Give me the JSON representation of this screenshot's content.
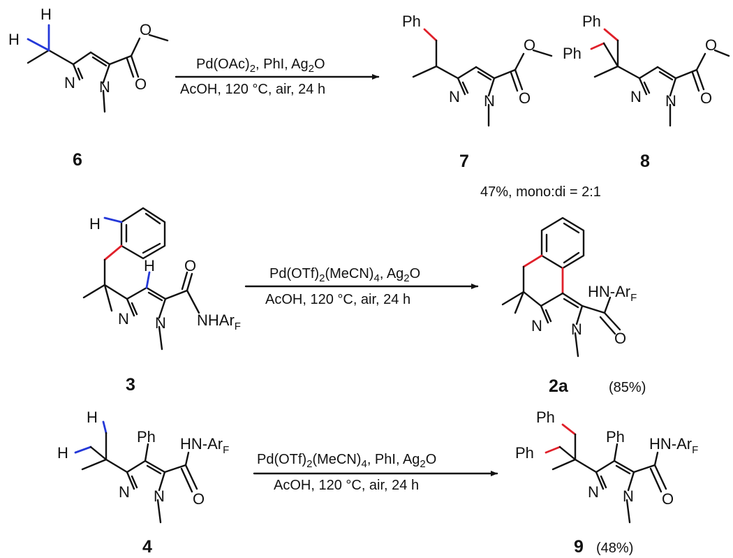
{
  "colors": {
    "blue": "#2438d8",
    "red": "#e0202a",
    "ink": "#111111"
  },
  "reactions": [
    {
      "reagents": [
        "Pd(OAc)",
        "2",
        ", PhI, Ag",
        "2",
        "O"
      ],
      "conditions": "AcOH, 120 °C, air, 24 h"
    },
    {
      "reagents": [
        "Pd(OTf)",
        "2",
        "(MeCN)",
        "4",
        ", Ag",
        "2",
        "O"
      ],
      "conditions": "AcOH, 120 °C, air, 24 h"
    },
    {
      "reagents": [
        "Pd(OTf)",
        "2",
        "(MeCN)",
        "4",
        ", PhI, Ag",
        "2",
        "O"
      ],
      "conditions": "AcOH, 120 °C, air, 24 h"
    }
  ],
  "compounds": {
    "c6": {
      "number": "6"
    },
    "c7": {
      "number": "7"
    },
    "c8": {
      "number": "8"
    },
    "c3": {
      "number": "3"
    },
    "c2a": {
      "number": "2a",
      "yield": "(85%)"
    },
    "c4": {
      "number": "4"
    },
    "c9": {
      "number": "9",
      "yield": "(48%)"
    }
  },
  "yield_note": "47%, mono:di = 2:1",
  "labels": {
    "H": "H",
    "Ph": "Ph",
    "N": "N",
    "O": "O",
    "NHAr": "NHAr",
    "HNAr": "HN-Ar",
    "F": "F"
  }
}
